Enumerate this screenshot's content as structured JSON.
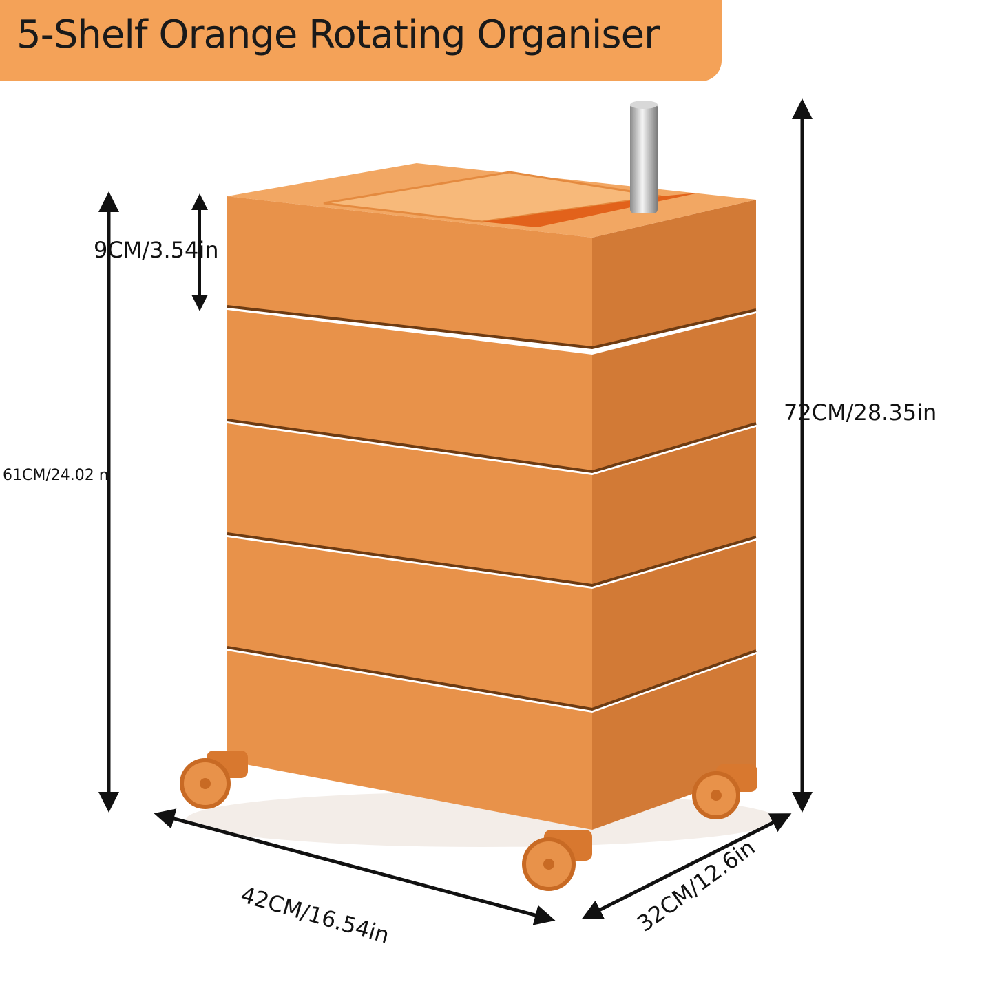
{
  "title": "5-Shelf Orange Rotating Organiser",
  "colors": {
    "banner": "#f4a258",
    "shelf_front": "#e8924a",
    "shelf_side": "#d27a36",
    "shelf_top": "#f2a763",
    "pole": "#c8c8c8"
  },
  "dimensions": {
    "shelf_height": "9CM/3.54in",
    "inner_height": "61CM/24.02 n",
    "total_height": "72CM/28.35in",
    "width": "42CM/16.54in",
    "depth": "32CM/12.6in"
  },
  "icons": [
    "arrow-double-vertical-icon",
    "arrow-double-diagonal-icon"
  ]
}
